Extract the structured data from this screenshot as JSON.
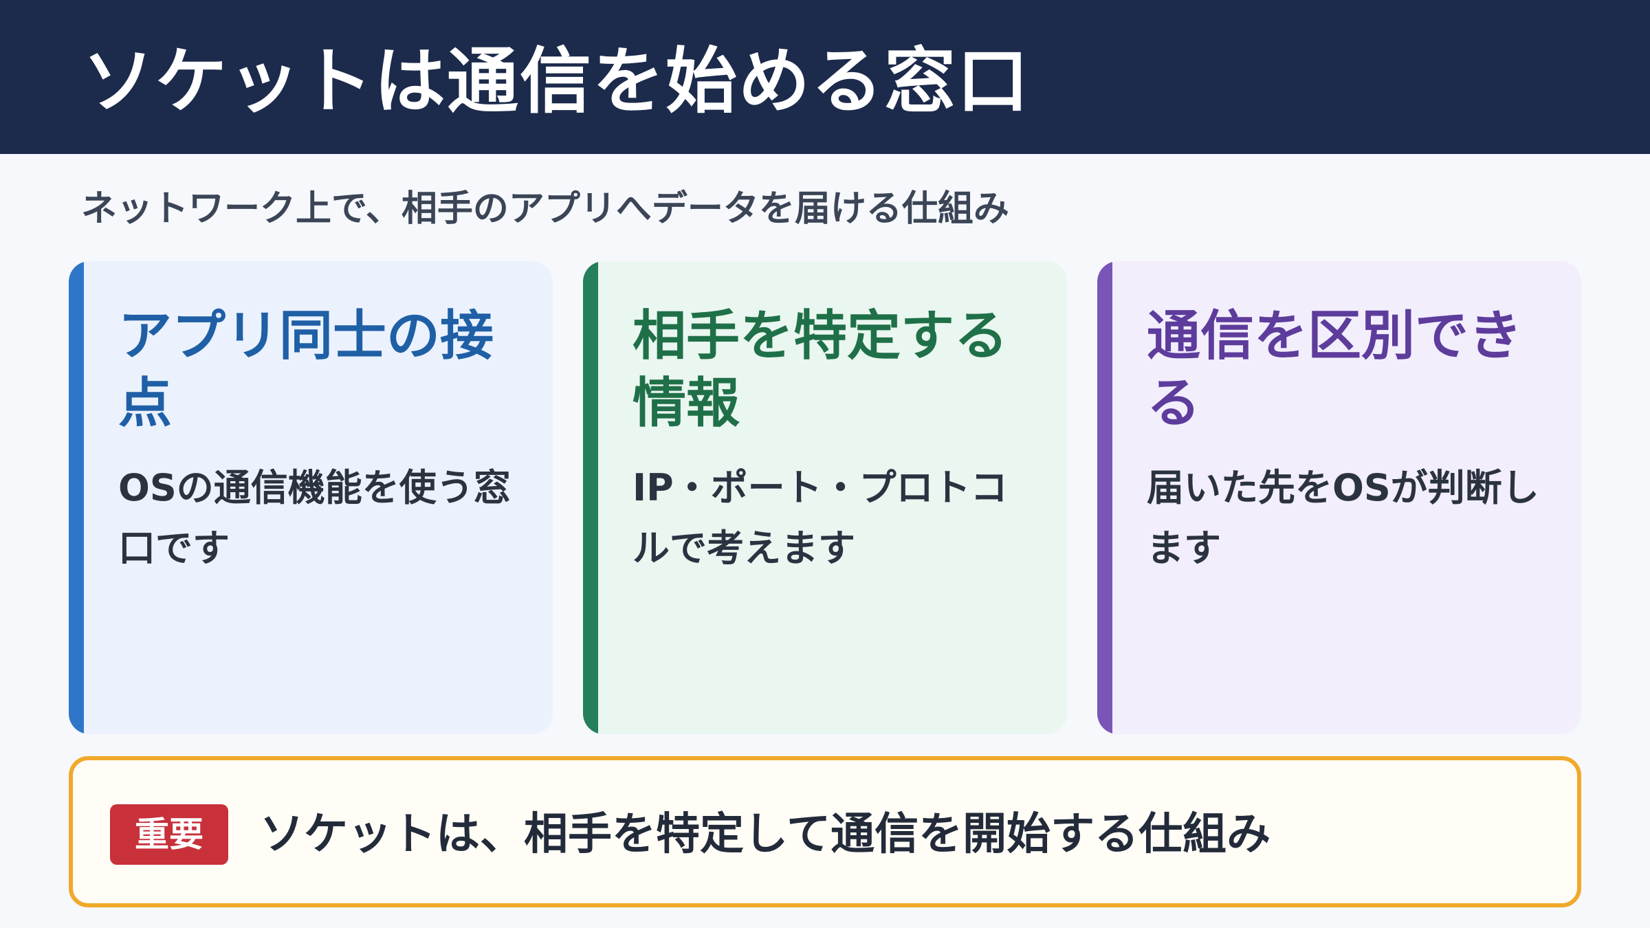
{
  "header": {
    "title": "ソケットは通信を始める窓口"
  },
  "subtitle": "ネットワーク上で、相手のアプリへデータを届ける仕組み",
  "cards": [
    {
      "title": "アプリ同士の接点",
      "body": "OSの通信機能を使う窓口です"
    },
    {
      "title": "相手を特定する情報",
      "body": "IP・ポート・プロトコルで考えます"
    },
    {
      "title": "通信を区別できる",
      "body": "届いた先をOSが判断します"
    }
  ],
  "note": {
    "badge": "重要",
    "text": "ソケットは、相手を特定して通信を開始する仕組み"
  },
  "colors": {
    "header_bg": "#1c2a4b",
    "card1_accent": "#2f76c8",
    "card1_title": "#1f5fa6",
    "card1_bg": "#ebf2fd",
    "card2_accent": "#24805a",
    "card2_title": "#1f7048",
    "card2_bg": "#eaf6f0",
    "card3_accent": "#7a55b8",
    "card3_title": "#5d3c9c",
    "card3_bg": "#f2eefc",
    "note_border": "#f0a92a",
    "badge_bg": "#c8313a"
  }
}
